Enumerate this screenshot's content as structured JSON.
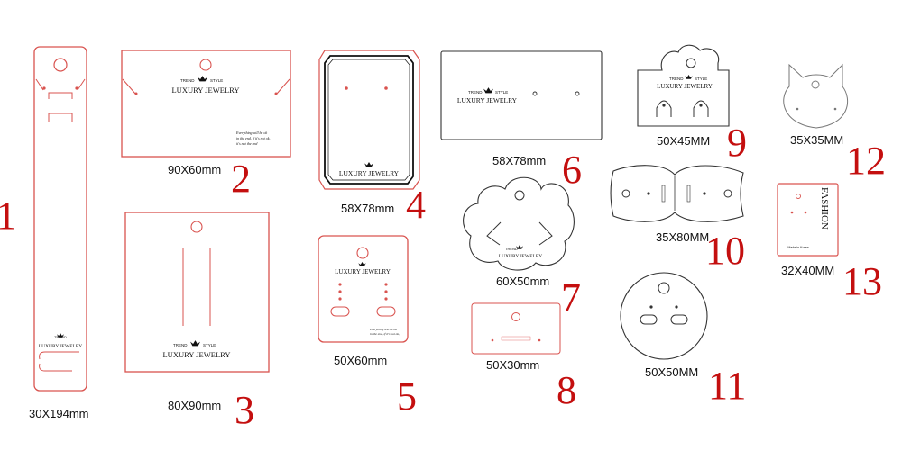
{
  "brand": {
    "trend": "TREND",
    "style": "STYLE",
    "luxury": "LUXURY JEWELRY",
    "script": [
      "Everything will be ok",
      "in the end, if it's not ok,",
      "it's not the end"
    ],
    "fashion": "FASHION",
    "made_in": "Made in Korea"
  },
  "cards": [
    {
      "number": "1",
      "size": "30X194mm"
    },
    {
      "number": "2",
      "size": "90X60mm"
    },
    {
      "number": "3",
      "size": "80X90mm"
    },
    {
      "number": "4",
      "size": "58X78mm"
    },
    {
      "number": "5",
      "size": "50X60mm"
    },
    {
      "number": "6",
      "size": "58X78mm"
    },
    {
      "number": "7",
      "size": "60X50mm"
    },
    {
      "number": "8",
      "size": "50X30mm"
    },
    {
      "number": "9",
      "size": "50X45MM"
    },
    {
      "number": "10",
      "size": "35X80MM"
    },
    {
      "number": "11",
      "size": "50X50MM"
    },
    {
      "number": "12",
      "size": "35X35MM"
    },
    {
      "number": "13",
      "size": "32X40MM"
    }
  ],
  "colors": {
    "red_line": "#d9534f",
    "dark_line": "#333333",
    "number": "#c40f0f"
  }
}
